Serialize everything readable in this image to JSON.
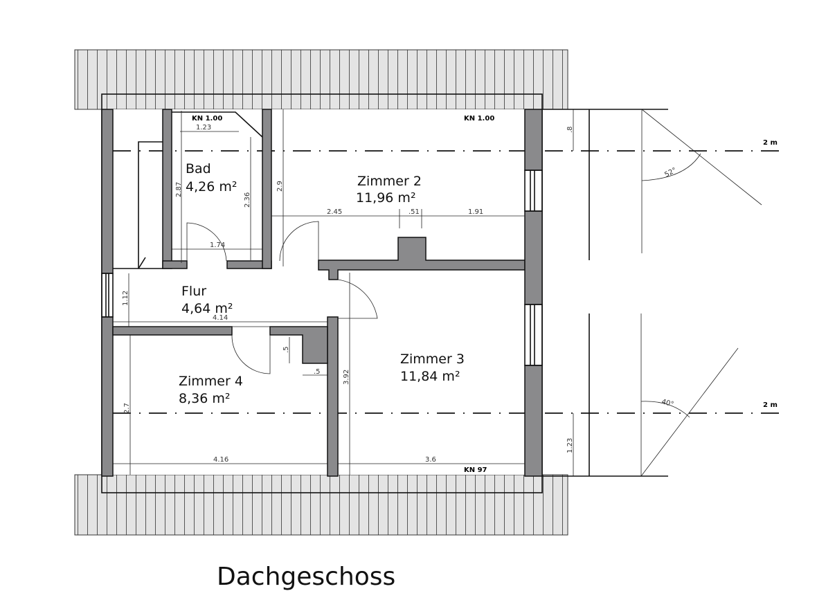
{
  "title": "Dachgeschoss",
  "rooms": [
    {
      "name": "Bad",
      "area": "4,26 m²"
    },
    {
      "name": "Zimmer 2",
      "area": "11,96 m²"
    },
    {
      "name": "Flur",
      "area": "4,64 m²"
    },
    {
      "name": "Zimmer 3",
      "area": "11,84 m²"
    },
    {
      "name": "Zimmer 4",
      "area": "8,36 m²"
    }
  ],
  "levels": {
    "bad": "KN 1.00",
    "zimmer2": "KN 1.00",
    "zimmer3": "KN 97"
  },
  "dimensions": {
    "bad_top": "1.23",
    "bad_left": "2.87",
    "bad_inner": "2.36",
    "bad_bottom": "1.74",
    "z2_height": "2.9",
    "z2_a": "2.45",
    "z2_b": ".51",
    "z2_c": "1.91",
    "flur_height": "1.12",
    "flur_width": "4.14",
    "z4_step_v": ".5",
    "z4_step_h": ".5",
    "z4_height": "2.7",
    "z4_width": "4.16",
    "z3_height": "3.92",
    "z3_width": "3.6",
    "section_top": ".8",
    "section_bottom": "1.23"
  },
  "section": {
    "height_top": "2 m",
    "height_bottom": "2 m",
    "angle_top": "52°",
    "angle_bottom": "40°"
  }
}
